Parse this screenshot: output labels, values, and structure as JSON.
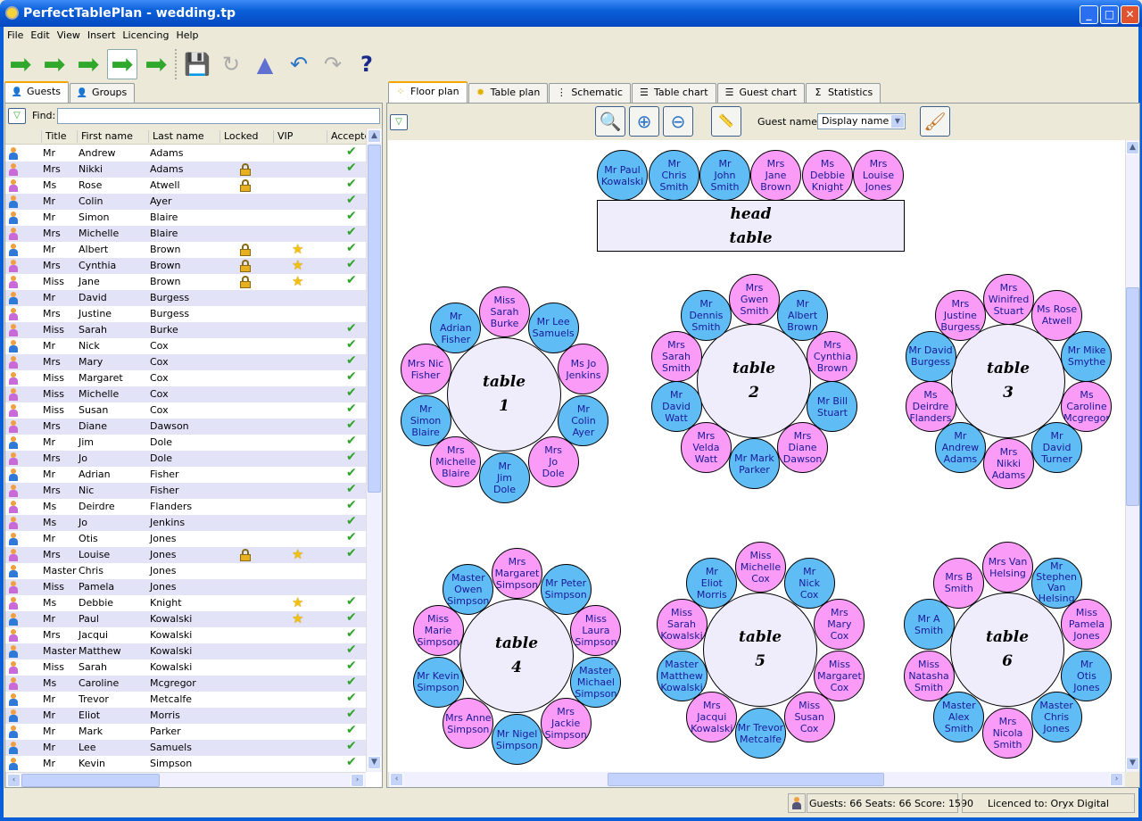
{
  "window": {
    "title": "PerfectTablePlan - wedding.tp"
  },
  "menu": [
    "File",
    "Edit",
    "View",
    "Insert",
    "Licencing",
    "Help"
  ],
  "toolbar": [
    "add-guests-icon",
    "add-couple-icon",
    "add-table-icon",
    "assign-seats-icon",
    "print-icon",
    "save-icon",
    "redo-icon",
    "wizard-icon",
    "undo-icon",
    "redo-grey-icon",
    "whats-this-help-icon"
  ],
  "left_tabs": [
    {
      "label": "Guests",
      "active": true
    },
    {
      "label": "Groups"
    }
  ],
  "find": {
    "label": "Find:",
    "value": ""
  },
  "columns": [
    "Title",
    "First name",
    "Last name",
    "Locked",
    "VIP",
    "Accepte"
  ],
  "guests": [
    [
      "m",
      "Mr",
      "Andrew",
      "Adams",
      0,
      0,
      1
    ],
    [
      "f",
      "Mrs",
      "Nikki",
      "Adams",
      1,
      0,
      1
    ],
    [
      "f",
      "Ms",
      "Rose",
      "Atwell",
      1,
      0,
      1
    ],
    [
      "m",
      "Mr",
      "Colin",
      "Ayer",
      0,
      0,
      1
    ],
    [
      "m",
      "Mr",
      "Simon",
      "Blaire",
      0,
      0,
      1
    ],
    [
      "f",
      "Mrs",
      "Michelle",
      "Blaire",
      0,
      0,
      1
    ],
    [
      "m",
      "Mr",
      "Albert",
      "Brown",
      1,
      1,
      1
    ],
    [
      "f",
      "Mrs",
      "Cynthia",
      "Brown",
      1,
      1,
      1
    ],
    [
      "f",
      "Miss",
      "Jane",
      "Brown",
      1,
      1,
      1
    ],
    [
      "m",
      "Mr",
      "David",
      "Burgess",
      0,
      0,
      0
    ],
    [
      "f",
      "Mrs",
      "Justine",
      "Burgess",
      0,
      0,
      0
    ],
    [
      "f",
      "Miss",
      "Sarah",
      "Burke",
      0,
      0,
      1
    ],
    [
      "m",
      "Mr",
      "Nick",
      "Cox",
      0,
      0,
      1
    ],
    [
      "f",
      "Mrs",
      "Mary",
      "Cox",
      0,
      0,
      1
    ],
    [
      "f",
      "Miss",
      "Margaret",
      "Cox",
      0,
      0,
      1
    ],
    [
      "f",
      "Miss",
      "Michelle",
      "Cox",
      0,
      0,
      1
    ],
    [
      "f",
      "Miss",
      "Susan",
      "Cox",
      0,
      0,
      1
    ],
    [
      "f",
      "Mrs",
      "Diane",
      "Dawson",
      0,
      0,
      1
    ],
    [
      "m",
      "Mr",
      "Jim",
      "Dole",
      0,
      0,
      1
    ],
    [
      "f",
      "Mrs",
      "Jo",
      "Dole",
      0,
      0,
      1
    ],
    [
      "m",
      "Mr",
      "Adrian",
      "Fisher",
      0,
      0,
      1
    ],
    [
      "f",
      "Mrs",
      "Nic",
      "Fisher",
      0,
      0,
      1
    ],
    [
      "f",
      "Ms",
      "Deirdre",
      "Flanders",
      0,
      0,
      1
    ],
    [
      "f",
      "Ms",
      "Jo",
      "Jenkins",
      0,
      0,
      1
    ],
    [
      "m",
      "Mr",
      "Otis",
      "Jones",
      0,
      0,
      1
    ],
    [
      "f",
      "Mrs",
      "Louise",
      "Jones",
      1,
      1,
      1
    ],
    [
      "m",
      "Master",
      "Chris",
      "Jones",
      0,
      0,
      0
    ],
    [
      "f",
      "Miss",
      "Pamela",
      "Jones",
      0,
      0,
      0
    ],
    [
      "f",
      "Ms",
      "Debbie",
      "Knight",
      0,
      1,
      1
    ],
    [
      "m",
      "Mr",
      "Paul",
      "Kowalski",
      0,
      1,
      1
    ],
    [
      "f",
      "Mrs",
      "Jacqui",
      "Kowalski",
      0,
      0,
      1
    ],
    [
      "m",
      "Master",
      "Matthew",
      "Kowalski",
      0,
      0,
      1
    ],
    [
      "f",
      "Miss",
      "Sarah",
      "Kowalski",
      0,
      0,
      1
    ],
    [
      "f",
      "Ms",
      "Caroline",
      "Mcgregor",
      0,
      0,
      1
    ],
    [
      "m",
      "Mr",
      "Trevor",
      "Metcalfe",
      0,
      0,
      1
    ],
    [
      "m",
      "Mr",
      "Eliot",
      "Morris",
      0,
      0,
      1
    ],
    [
      "m",
      "Mr",
      "Mark",
      "Parker",
      0,
      0,
      1
    ],
    [
      "m",
      "Mr",
      "Lee",
      "Samuels",
      0,
      0,
      1
    ],
    [
      "m",
      "Mr",
      "Kevin",
      "Simpson",
      0,
      0,
      1
    ]
  ],
  "right_tabs": [
    {
      "label": "Floor plan",
      "icon": "floor-plan-icon",
      "active": true
    },
    {
      "label": "Table plan",
      "icon": "table-plan-icon"
    },
    {
      "label": "Schematic",
      "icon": "schematic-icon"
    },
    {
      "label": "Table chart",
      "icon": "table-chart-icon"
    },
    {
      "label": "Guest chart",
      "icon": "guest-chart-icon"
    },
    {
      "label": "Statistics",
      "icon": "sigma-icon"
    }
  ],
  "floor_toolbar": {
    "guest_name_label": "Guest name:",
    "guest_name_value": "Display name"
  },
  "head_table": {
    "label": "head\ntable",
    "seats": [
      "Mr Paul\nKowalski",
      "Mr\nChris\nSmith",
      "Mr\nJohn\nSmith",
      "Mrs\nJane\nBrown",
      "Ms\nDebbie\nKnight",
      "Mrs\nLouise\nJones"
    ]
  },
  "tables": [
    {
      "label": "table\n1",
      "seats": [
        "Miss\nSarah\nBurke",
        "Mr Lee\nSamuels",
        "Ms Jo\nJenkins",
        "Mr\nColin\nAyer",
        "Mrs\nJo\nDole",
        "Mr\nJim\nDole",
        "Mrs\nMichelle\nBlaire",
        "Mr\nSimon\nBlaire",
        "Mrs Nic\nFisher",
        "Mr\nAdrian\nFisher"
      ]
    },
    {
      "label": "table\n2",
      "seats": [
        "Mrs\nGwen\nSmith",
        "Mr\nAlbert\nBrown",
        "Mrs\nCynthia\nBrown",
        "Mr Bill\nStuart",
        "Mrs\nDiane\nDawson",
        "Mr Mark\nParker",
        "Mrs\nVelda\nWatt",
        "Mr\nDavid\nWatt",
        "Mrs\nSarah\nSmith",
        "Mr\nDennis\nSmith"
      ]
    },
    {
      "label": "table\n3",
      "seats": [
        "Mrs\nWinifred\nStuart",
        "Ms Rose\nAtwell",
        "Mr Mike\nSmythe",
        "Ms\nCaroline\nMcgregor",
        "Mr\nDavid\nTurner",
        "Mrs\nNikki\nAdams",
        "Mr\nAndrew\nAdams",
        "Ms\nDeirdre\nFlanders",
        "Mr David\nBurgess",
        "Mrs\nJustine\nBurgess"
      ]
    },
    {
      "label": "table\n4",
      "seats": [
        "Mrs\nMargaret\nSimpson",
        "Mr Peter\nSimpson",
        "Miss\nLaura\nSimpson",
        "Master\nMichael\nSimpson",
        "Mrs\nJackie\nSimpson",
        "Mr Nigel\nSimpson",
        "Mrs Anne\nSimpson",
        "Mr Kevin\nSimpson",
        "Miss\nMarie\nSimpson",
        "Master\nOwen\nSimpson"
      ]
    },
    {
      "label": "table\n5",
      "seats": [
        "Miss\nMichelle\nCox",
        "Mr\nNick\nCox",
        "Mrs\nMary\nCox",
        "Miss\nMargaret\nCox",
        "Miss\nSusan\nCox",
        "Mr Trevor\nMetcalfe",
        "Mrs\nJacqui\nKowalski",
        "Master\nMatthew\nKowalski",
        "Miss\nSarah\nKowalski",
        "Mr\nEliot\nMorris"
      ]
    },
    {
      "label": "table\n6",
      "seats": [
        "Mrs Van\nHelsing",
        "Mr\nStephen\nVan\nHelsing",
        "Miss\nPamela\nJones",
        "Mr\nOtis\nJones",
        "Master\nChris\nJones",
        "Mrs\nNicola\nSmith",
        "Master\nAlex\nSmith",
        "Miss\nNatasha\nSmith",
        "Mr A\nSmith",
        "Mrs B\nSmith"
      ]
    }
  ],
  "status": {
    "counts": "Guests: 66 Seats: 66 Score: 1590",
    "licence": "Licenced to: Oryx Digital"
  },
  "colors": {
    "male": "#5fbcf5",
    "female": "#f99bf7"
  }
}
